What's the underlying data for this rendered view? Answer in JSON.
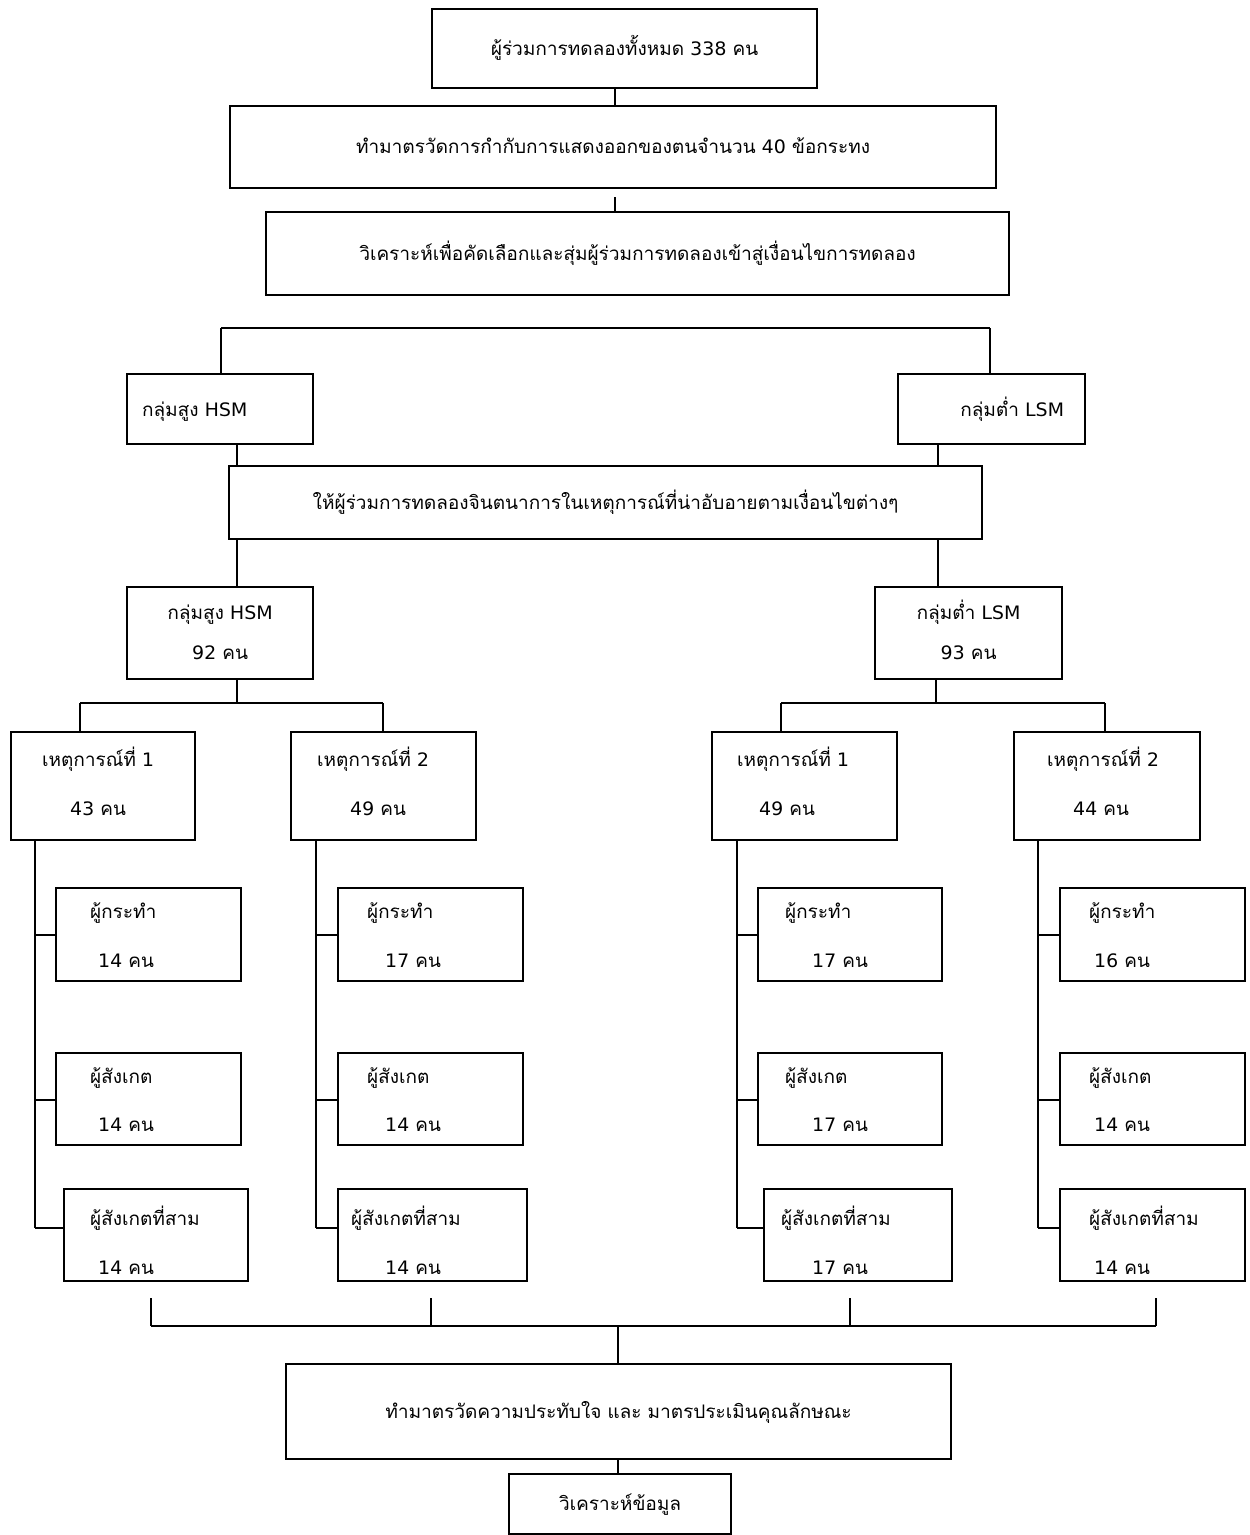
{
  "flowchart": {
    "total": "ผู้ร่วมการทดลองทั้งหมด  338 คน",
    "measure": "ทำมาตรวัดการกำกับการแสดงออกของตนจำนวน 40 ข้อกระทง",
    "select": "วิเคราะห์เพื่อคัดเลือกและสุ่มผู้ร่วมการทดลองเข้าสู่เงื่อนไขการทดลอง",
    "groups": {
      "hsm": "กลุ่มสูง  HSM",
      "lsm": "กลุ่มต่ำ LSM"
    },
    "imagine": "ให้ผู้ร่วมการทดลองจินตนาการในเหตุการณ์ที่น่าอับอายตามเงื่อนไขต่างๆ",
    "hsm_group": {
      "label": "กลุ่มสูง  HSM",
      "count": "92  คน"
    },
    "lsm_group": {
      "label": "กลุ่มต่ำ LSM",
      "count": "93 คน"
    },
    "events": [
      {
        "label": "เหตุการณ์ที่ 1",
        "count": "43 คน"
      },
      {
        "label": "เหตุการณ์ที่ 2",
        "count": "49 คน"
      },
      {
        "label": "เหตุการณ์ที่ 1",
        "count": "49 คน"
      },
      {
        "label": "เหตุการณ์ที่ 2",
        "count": "44 คน"
      }
    ],
    "roles": [
      [
        {
          "label": "ผู้กระทำ",
          "count": "14 คน"
        },
        {
          "label": "ผู้สังเกต",
          "count": "14 คน"
        },
        {
          "label": "ผู้สังเกตที่สาม",
          "count": "14 คน"
        }
      ],
      [
        {
          "label": "ผู้กระทำ",
          "count": "17 คน"
        },
        {
          "label": "ผู้สังเกต",
          "count": "14 คน"
        },
        {
          "label": "ผู้สังเกตที่สาม",
          "count": "14 คน"
        }
      ],
      [
        {
          "label": "ผู้กระทำ",
          "count": "17 คน"
        },
        {
          "label": "ผู้สังเกต",
          "count": "17 คน"
        },
        {
          "label": "ผู้สังเกตที่สาม",
          "count": "17 คน"
        }
      ],
      [
        {
          "label": "ผู้กระทำ",
          "count": "16 คน"
        },
        {
          "label": "ผู้สังเกต",
          "count": "14 คน"
        },
        {
          "label": "ผู้สังเกตที่สาม",
          "count": "14 คน"
        }
      ]
    ],
    "impression": "ทำมาตรวัดความประทับใจ และ มาตรประเมินคุณลักษณะ",
    "analyze": "วิเคราะห์ข้อมูล"
  }
}
